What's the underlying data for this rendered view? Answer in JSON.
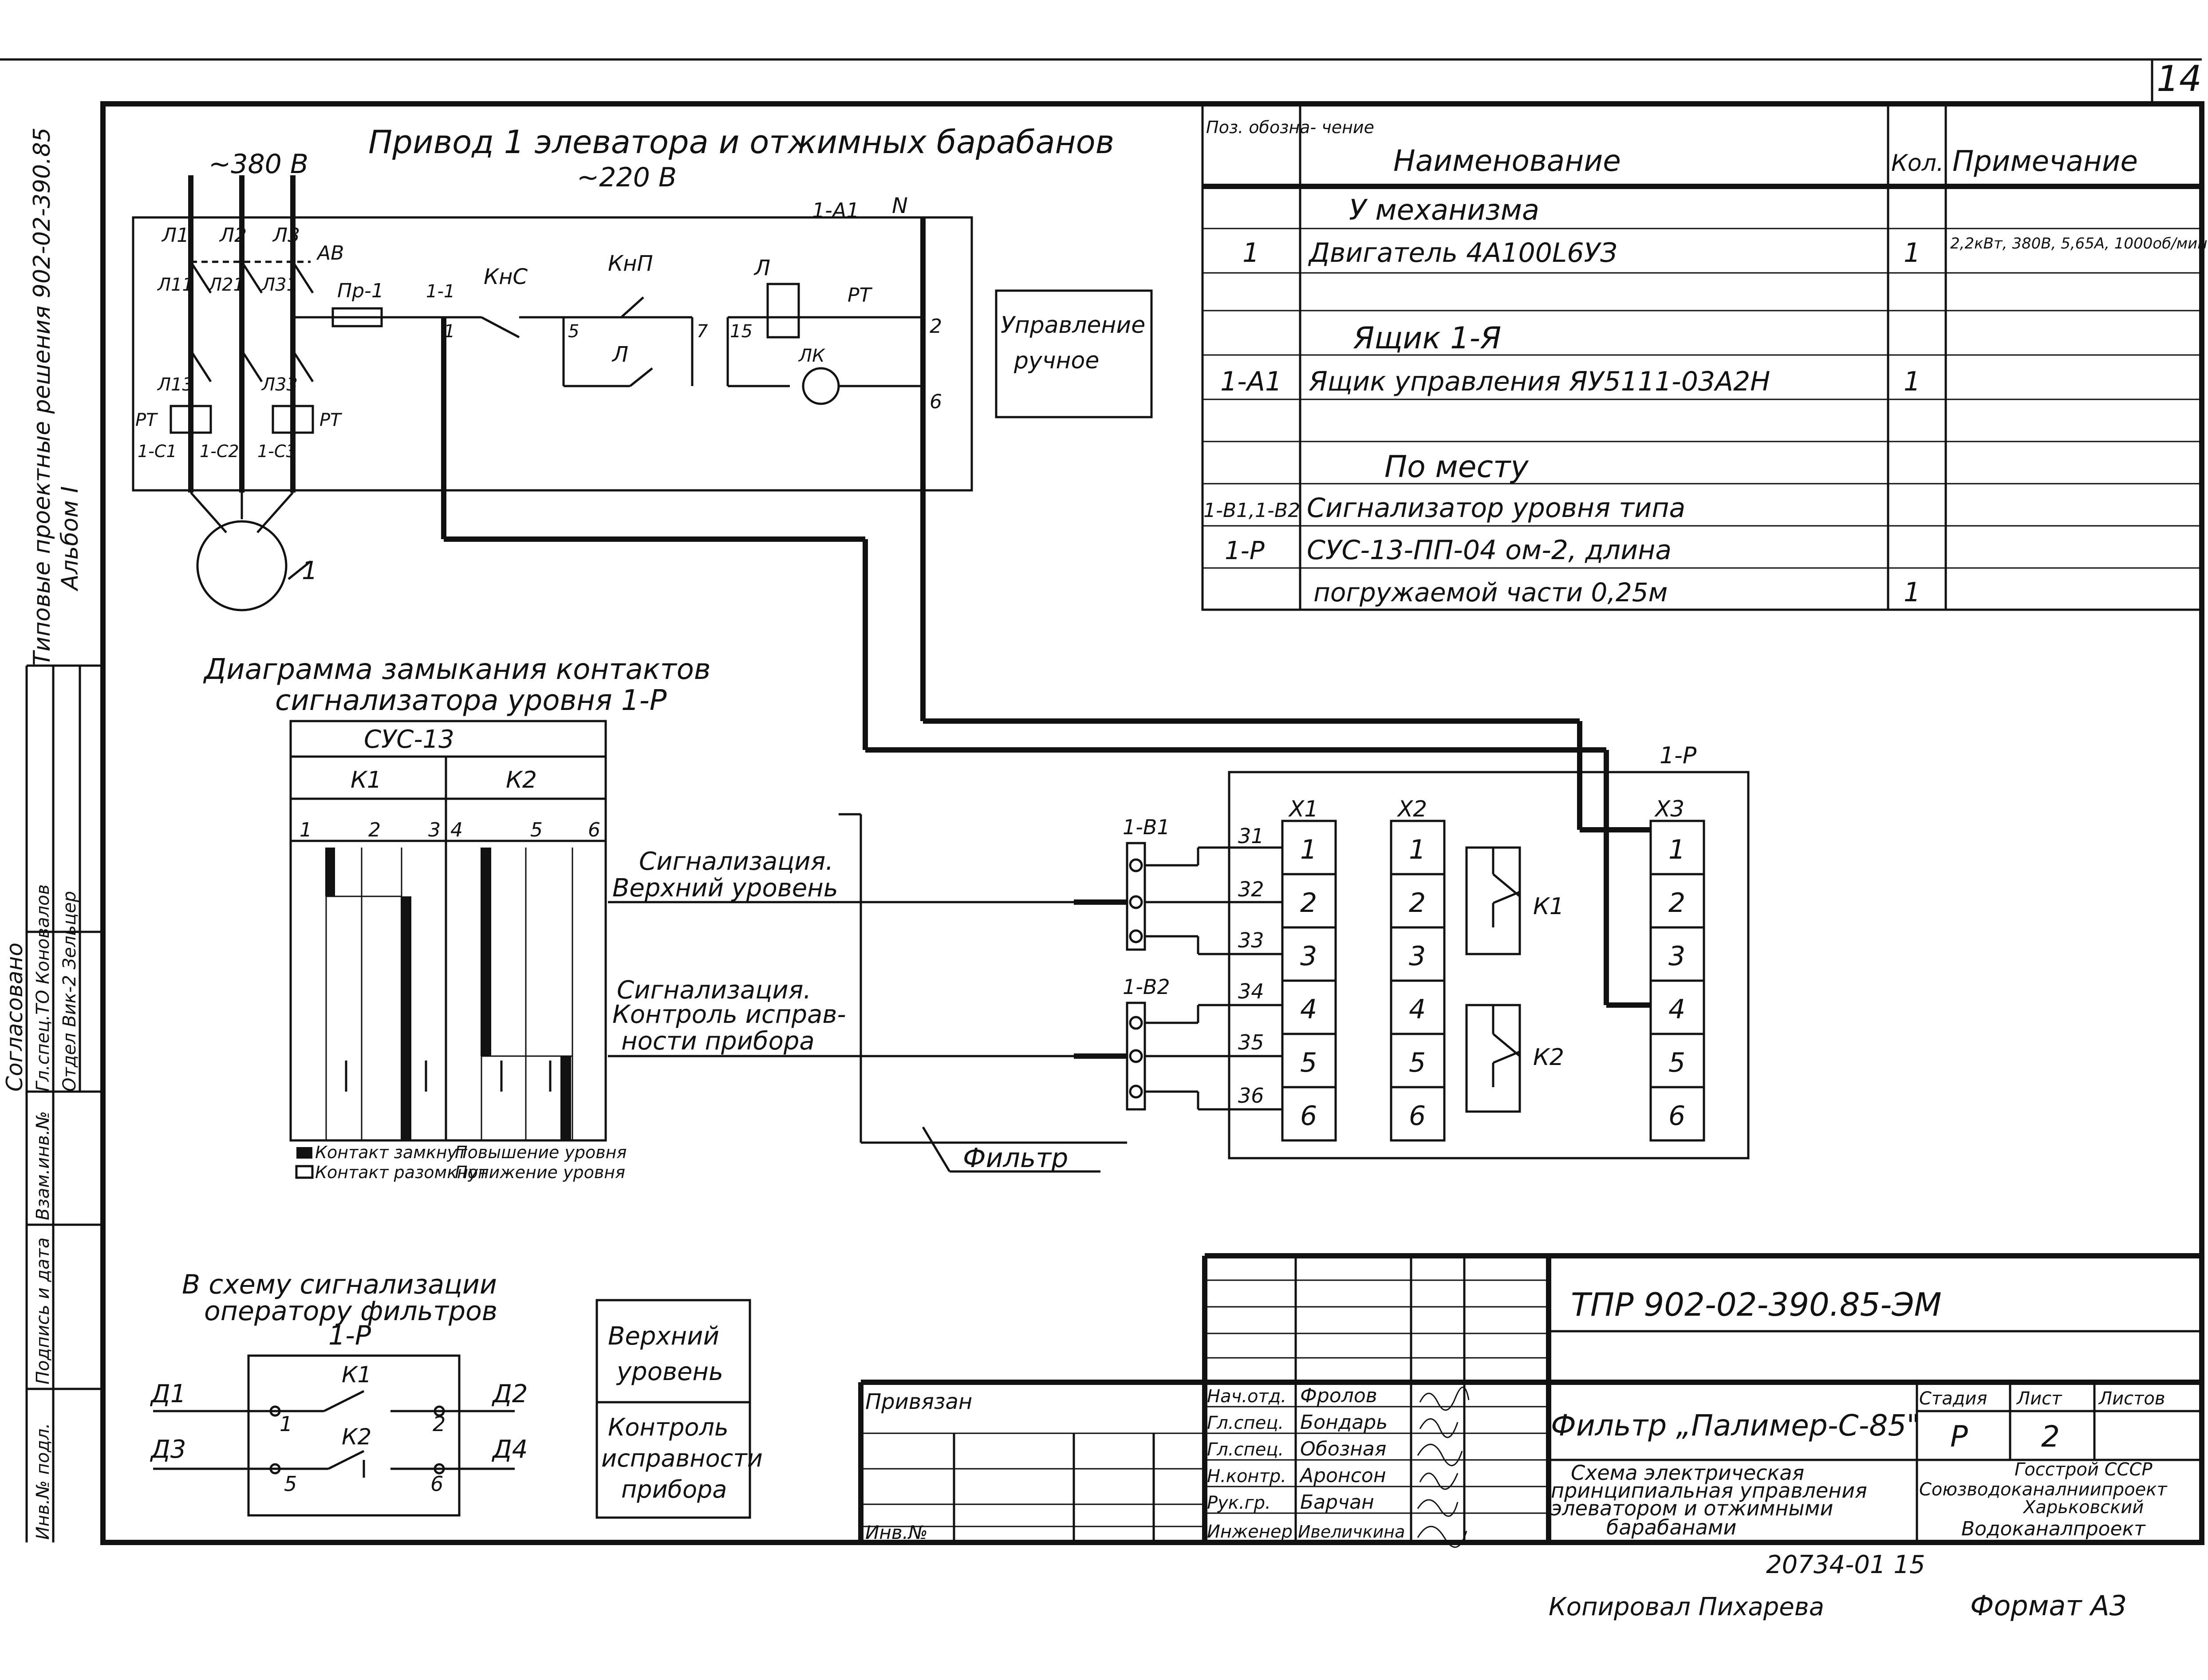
{
  "page_number": "14",
  "side_stamp": {
    "album_title": "Типовые проектные решения  902-02-390.85",
    "album_number": "Альбом I",
    "agreed_title": "Согласовано",
    "agreed_rows": [
      "Гл.спец.ТО  Коновалов",
      "Отдел Вик-2  Зельцер"
    ],
    "cells": [
      "Инв.№ подл.",
      "Подпись и дата",
      "Взам.инв.№"
    ]
  },
  "power_circuit": {
    "title": "Привод 1 элеватора и отжимных барабанов",
    "supply_power": "~380 В",
    "supply_control": "~220 В",
    "labels": {
      "phases": [
        "Л1",
        "Л2",
        "Л3"
      ],
      "breaker": "АВ",
      "phase_out": [
        "Л11",
        "Л21",
        "Л31"
      ],
      "motor_in": [
        "Л13",
        "Л33"
      ],
      "thermal": [
        "РТ",
        "РТ"
      ],
      "terminals": [
        "1-С1",
        "1-С2",
        "1-С3"
      ],
      "motor": "1",
      "fuse": "Пр-1",
      "stop_button": "КнС",
      "start_button": "КнП",
      "contactor_coil": "Л",
      "relay_contact": "РТ",
      "lamp": "ЛК",
      "self_hold": "Л",
      "box_ref": "1-А1",
      "neutral": "N",
      "node_labels": [
        "1-1",
        "1",
        "5",
        "7",
        "15",
        "2",
        "6"
      ]
    },
    "manual_control": [
      "Управление",
      "ручное"
    ]
  },
  "spec_table": {
    "headers": [
      "Поз. обозна- чение",
      "Наименование",
      "Кол.",
      "Примечание"
    ],
    "rows": [
      {
        "pos": "",
        "name": "У механизма",
        "qty": "",
        "note": ""
      },
      {
        "pos": "1",
        "name": "Двигатель 4А100L6УЗ",
        "qty": "1",
        "note": "2,2кВт, 380В, 5,65А, 1000об/мин."
      },
      {
        "pos": "",
        "name": "",
        "qty": "",
        "note": ""
      },
      {
        "pos": "",
        "name": "Ящик 1-Я",
        "qty": "",
        "note": ""
      },
      {
        "pos": "1-А1",
        "name": "Ящик управления ЯУ5111-03А2Н",
        "qty": "1",
        "note": ""
      },
      {
        "pos": "",
        "name": "",
        "qty": "",
        "note": ""
      },
      {
        "pos": "",
        "name": "По месту",
        "qty": "",
        "note": ""
      },
      {
        "pos": "1-В1,1-В2",
        "name": "Сигнализатор уровня типа",
        "qty": "",
        "note": ""
      },
      {
        "pos": "1-Р",
        "name": "СУС-13-ПП-04 ом-2, длина",
        "qty": "",
        "note": ""
      },
      {
        "pos": "",
        "name": "погружаемой части 0,25м",
        "qty": "1",
        "note": ""
      }
    ]
  },
  "contact_diagram": {
    "title_1": "Диаграмма замыкания контактов",
    "title_2": "сигнализатора уровня 1-Р",
    "device": "СУС-13",
    "groups": [
      "К1",
      "К2"
    ],
    "contacts": [
      "1",
      "2",
      "3",
      "4",
      "5",
      "6"
    ],
    "legend": {
      "closed": "Контакт замкнут",
      "open": "Контакт разомкнут",
      "rise": "Повышение уровня",
      "fall": "Понижение уровня"
    }
  },
  "signal_labels": {
    "upper": [
      "Сигнализация.",
      "Верхний уровень"
    ],
    "check": [
      "Сигнализация.",
      "Контроль исправ-",
      "ности прибора"
    ],
    "filter": "Фильтр"
  },
  "sensor_block": {
    "title": "1-Р",
    "sensors": [
      "1-В1",
      "1-В2"
    ],
    "wires": [
      "31",
      "32",
      "33",
      "34",
      "35",
      "36"
    ],
    "strips": [
      "Х1",
      "Х2",
      "Х3"
    ],
    "terminals": [
      "1",
      "2",
      "3",
      "4",
      "5",
      "6"
    ],
    "relays": [
      "К1",
      "К2"
    ]
  },
  "operator_circuit": {
    "title": [
      "В схему сигнализации",
      "оператору фильтров",
      "1-Р"
    ],
    "terminals": [
      "Д1",
      "Д2",
      "Д3",
      "Д4"
    ],
    "contacts": [
      "К1",
      "К2"
    ],
    "nodes": [
      "1",
      "2",
      "5",
      "6"
    ],
    "box_upper": [
      "Верхний",
      "уровень"
    ],
    "box_check": [
      "Контроль",
      "исправности",
      "прибора"
    ]
  },
  "title_block": {
    "code": "ТПР 902-02-390.85-ЭМ",
    "bound": "Привязан",
    "inv": "Инв.№",
    "roles": [
      "Нач.отд.",
      "Гл.спец.",
      "Гл.спец.",
      "Н.контр.",
      "Рук.гр.",
      "Инженер"
    ],
    "names": [
      "Фролов",
      "Бондарь",
      "Обозная",
      "Аронсон",
      "Барчан",
      "Ивеличкина"
    ],
    "project": "Фильтр „Палимер-С-85\"",
    "sheet_title": [
      "Схема электрическая",
      "принципиальная управления",
      "элеватором и отжимными",
      "барабанами"
    ],
    "stage_label": "Стадия",
    "sheet_label": "Лист",
    "sheets_label": "Листов",
    "stage": "Р",
    "sheet": "2",
    "sheets": "",
    "org": [
      "Госстрой СССР",
      "Союзводоканалниипроект",
      "Харьковский",
      "Водоканалпроект"
    ],
    "reg_number": "20734-01   15",
    "copied_by": "Копировал  Пихарева",
    "format": "Формат А3"
  }
}
